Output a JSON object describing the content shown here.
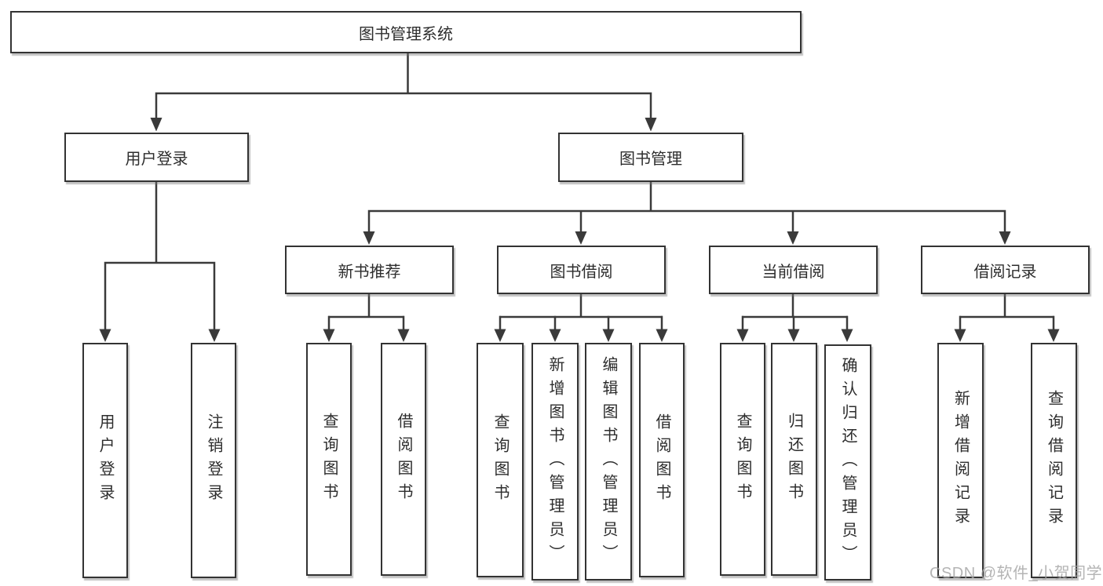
{
  "diagram": {
    "root": "图书管理系统",
    "level1": {
      "user_login": "用户登录",
      "book_mgmt": "图书管理"
    },
    "level2": {
      "new_books": "新书推荐",
      "borrowing": "图书借阅",
      "current_loans": "当前借阅",
      "loan_records": "借阅记录"
    },
    "leaves": {
      "ul_login": "用户登录",
      "ul_logout": "注销登录",
      "nb_query": "查询图书",
      "nb_borrow": "借阅图书",
      "bw_query": "查询图书",
      "bw_add": "新增图书（管理员）",
      "bw_edit": "编辑图书（管理员）",
      "bw_borrow": "借阅图书",
      "cur_query": "查询图书",
      "cur_return": "归还图书",
      "cur_confirm": "确认归还（管理员）",
      "rec_add": "新增借阅记录",
      "rec_query": "查询借阅记录"
    }
  },
  "watermark": "CSDN @软件_小贺同学",
  "colors": {
    "line": "#3a3a3a",
    "box_border": "#333333",
    "text": "#2d2d2d",
    "watermark": "#a4a4a4",
    "background": "#ffffff"
  }
}
